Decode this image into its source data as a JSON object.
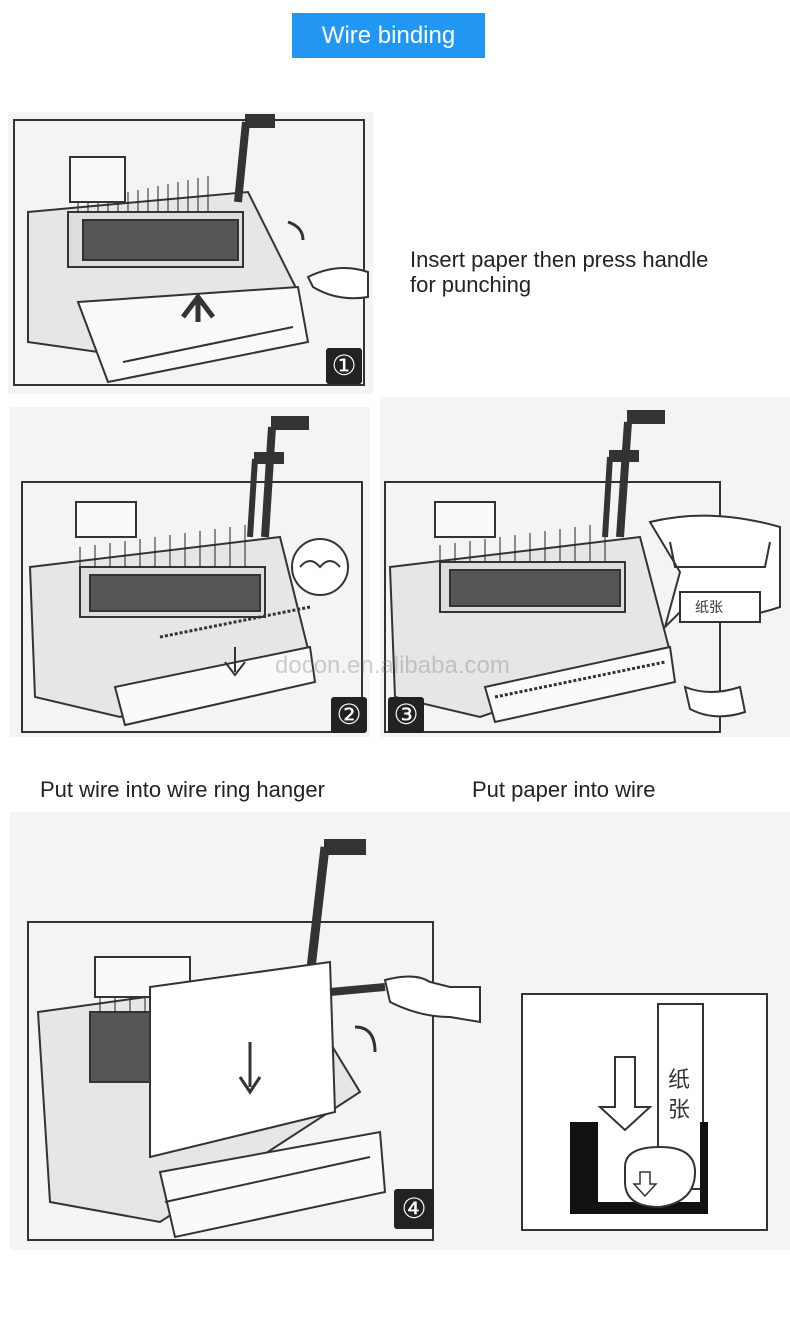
{
  "header": {
    "title": "Wire binding"
  },
  "steps": [
    {
      "badge": "①",
      "caption": "Insert paper then press handle\nfor punching"
    },
    {
      "badge": "②",
      "caption": "Put wire into wire ring hanger"
    },
    {
      "badge": "③",
      "caption": "Put paper into wire"
    },
    {
      "badge": "④"
    }
  ],
  "labels": {
    "paper_cn": "纸张",
    "paper_cn_1": "纸",
    "paper_cn_2": "张"
  },
  "watermark": "docon.en.alibaba.com",
  "colors": {
    "badge_blue": "#2196f3",
    "step_badge": "#222222",
    "panel_bg": "#f4f4f4"
  }
}
